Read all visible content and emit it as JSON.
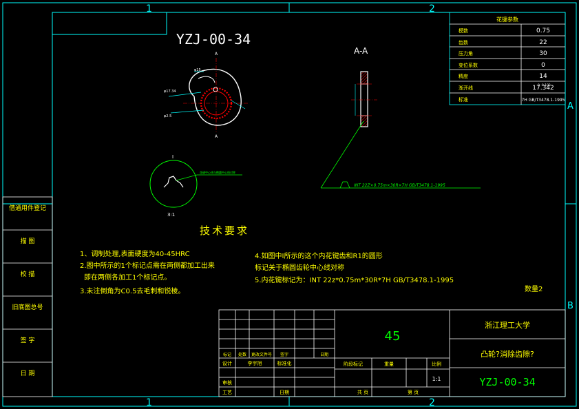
{
  "frame": {
    "zone_top_1": "1",
    "zone_top_2": "2",
    "zone_bottom_1": "1",
    "zone_bottom_2": "2",
    "zone_right_a": "A",
    "zone_right_b": "B"
  },
  "mirror_code": "YZJ-00-34",
  "spline_table": {
    "title": "花键参数",
    "rows": [
      {
        "label": "模数",
        "value": "0.75"
      },
      {
        "label": "齿数",
        "value": "22"
      },
      {
        "label": "压力角",
        "value": "30"
      },
      {
        "label": "变位系数",
        "value": "0"
      },
      {
        "label": "精度",
        "value": "14"
      },
      {
        "label": "渐开线",
        "value": "17.342"
      },
      {
        "label": "标准",
        "value": "7H GB/T3478.1-1995"
      }
    ],
    "tolerance": "0 -0.102"
  },
  "views": {
    "section_label": "A-A",
    "cut_marker_top": "A",
    "cut_marker_bottom": "A",
    "detail_label_top": "I",
    "detail_label_bottom": "3:1",
    "dim_main": "φ17.34",
    "dim_small": "φ2.5",
    "dim_width": "φ15",
    "detail_callout": "花键中心线与椭圆中心线对称",
    "spline_callout": "INT 22Z×0.75m×30R×7H GB/T3478.1-1995"
  },
  "tech": {
    "title": "技术要求",
    "items": [
      "1、调制处理,表面硬度为40-45HRC",
      "2.图中所示的1个标记点需在两侧都加工出来",
      "即在两侧各加工1个标记点。",
      "3.未注倒角为C0.5去毛刺和锐棱。",
      "4.如图中I所示的这个内花键齿和R1的圆形",
      "标记关于椭圆齿轮中心线对称",
      "5.内花键标记为：INT 22z*0.75m*30R*7H GB/T3478.1-1995"
    ],
    "quantity": "数量2"
  },
  "left_strip": [
    "借通用件登记",
    "描 图",
    "校 描",
    "旧底图总号",
    "签 字",
    "日 期"
  ],
  "title_block": {
    "material": "45",
    "school": "浙江理工大学",
    "part_name": "凸轮?消除齿隙?",
    "drawing_no": "YZJ-00-34",
    "scale": "1:1",
    "row_labels": [
      "标记",
      "处数",
      "更改文件号",
      "签字",
      "日期"
    ],
    "design": "设计",
    "designer": "李宇旭",
    "standard": "标准化",
    "review": "审核",
    "process": "工艺",
    "date": "日期",
    "stage_mark": "阶段标记",
    "weight": "重量",
    "ratio": "比例",
    "sheets": "共 页",
    "sheet": "第 页"
  },
  "colors": {
    "frame": "#00ffff",
    "text_green": "#00ff00",
    "text_yellow": "#ffff00",
    "part_white": "#ffffff",
    "hatch_red": "#ff0000",
    "dim_cyan": "#00ffff"
  }
}
